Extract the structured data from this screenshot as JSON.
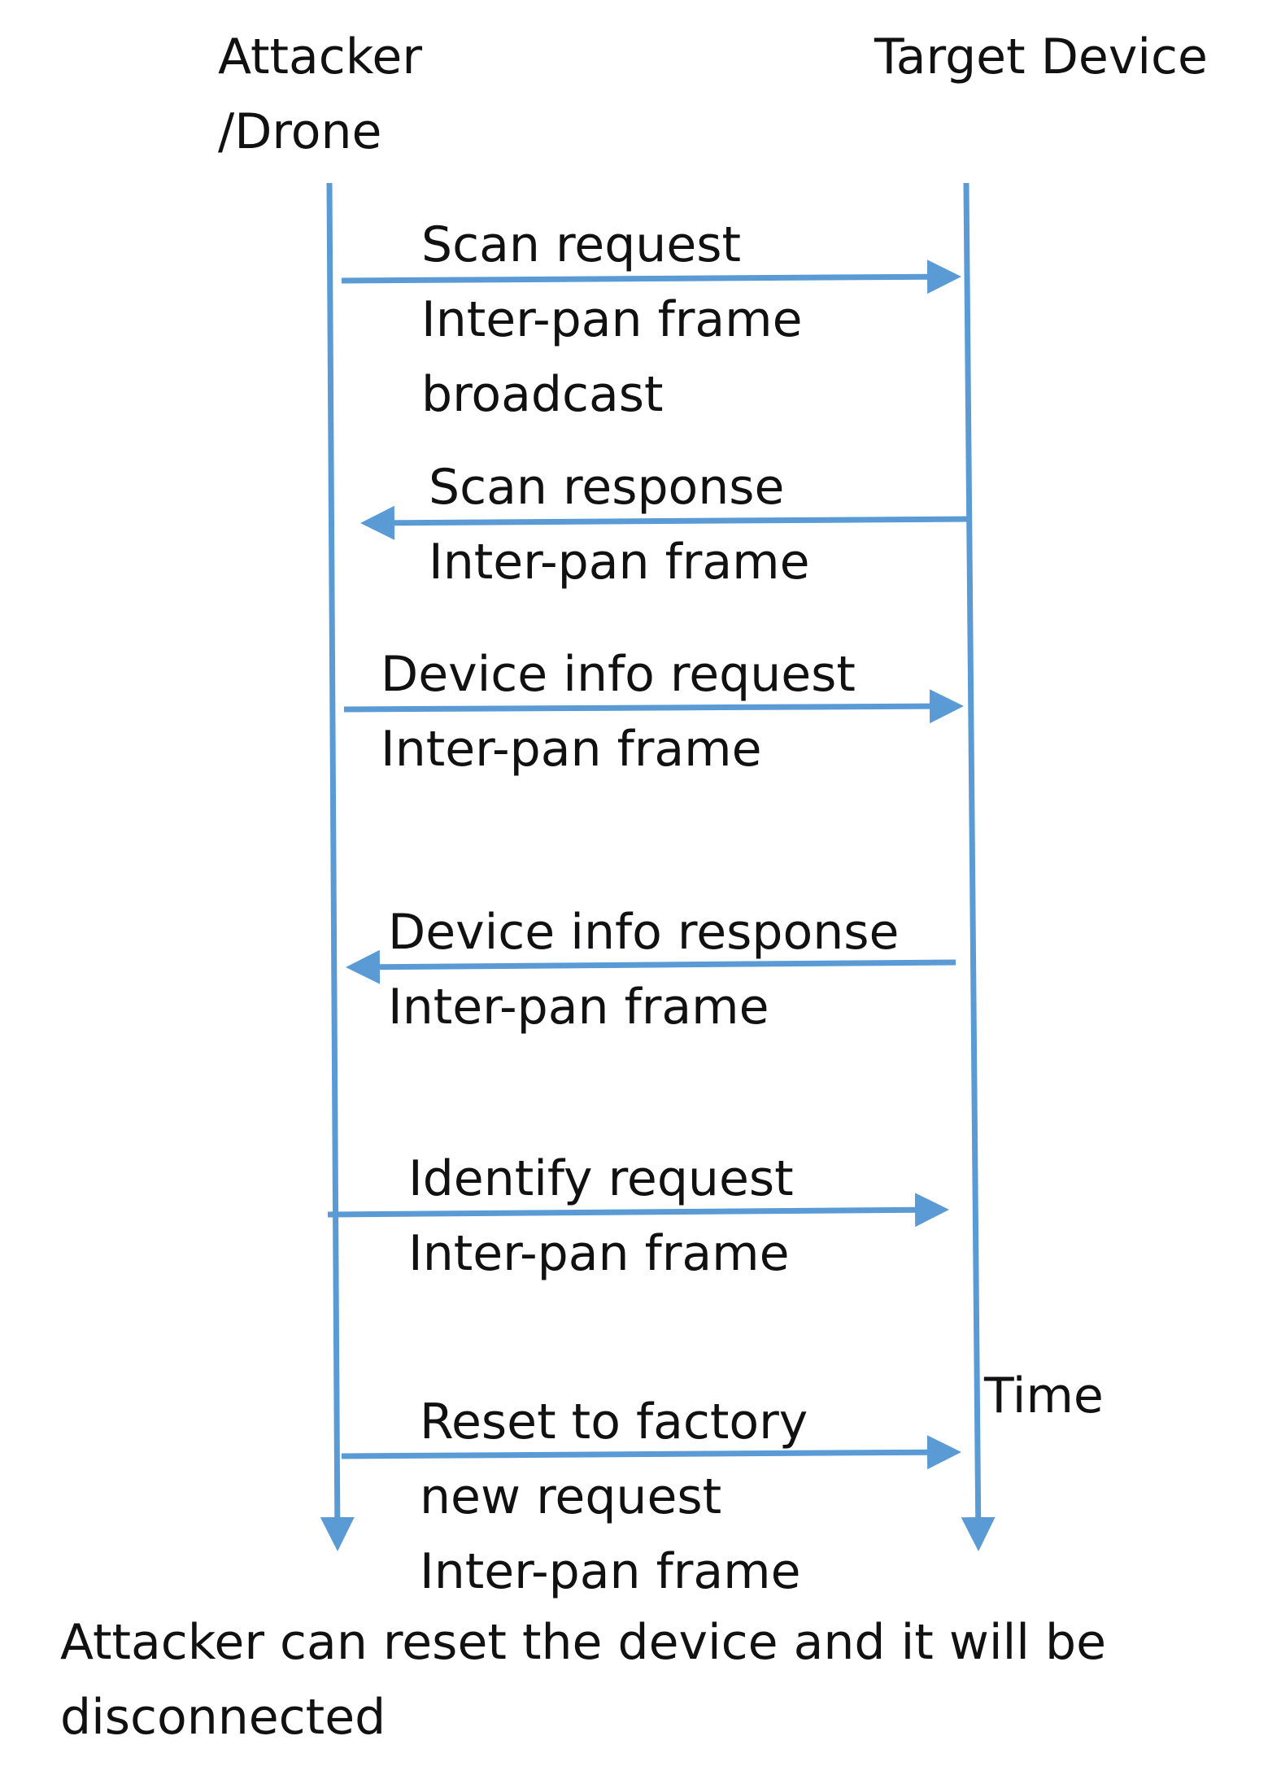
{
  "participants": {
    "attacker": [
      "Attacker",
      "/Drone"
    ],
    "target": [
      "Target Device"
    ]
  },
  "messages": [
    {
      "direction": "right",
      "lines": [
        "Scan request",
        "Inter-pan frame",
        "broadcast"
      ]
    },
    {
      "direction": "left",
      "lines": [
        "Scan response",
        "Inter-pan frame"
      ]
    },
    {
      "direction": "right",
      "lines": [
        "Device info  request",
        "Inter-pan frame"
      ]
    },
    {
      "direction": "left",
      "lines": [
        "Device info  response",
        "Inter-pan frame"
      ]
    },
    {
      "direction": "right",
      "lines": [
        "Identify request",
        "Inter-pan frame"
      ]
    },
    {
      "direction": "right",
      "lines": [
        "Reset to factory",
        "new request",
        "Inter-pan frame"
      ]
    }
  ],
  "time_label": "Time",
  "conclusion": [
    "Attacker can reset the device and it will be",
    "disconnected"
  ],
  "colors": {
    "arrow": "#5b9bd5",
    "text": "#111111",
    "background": "#ffffff"
  }
}
